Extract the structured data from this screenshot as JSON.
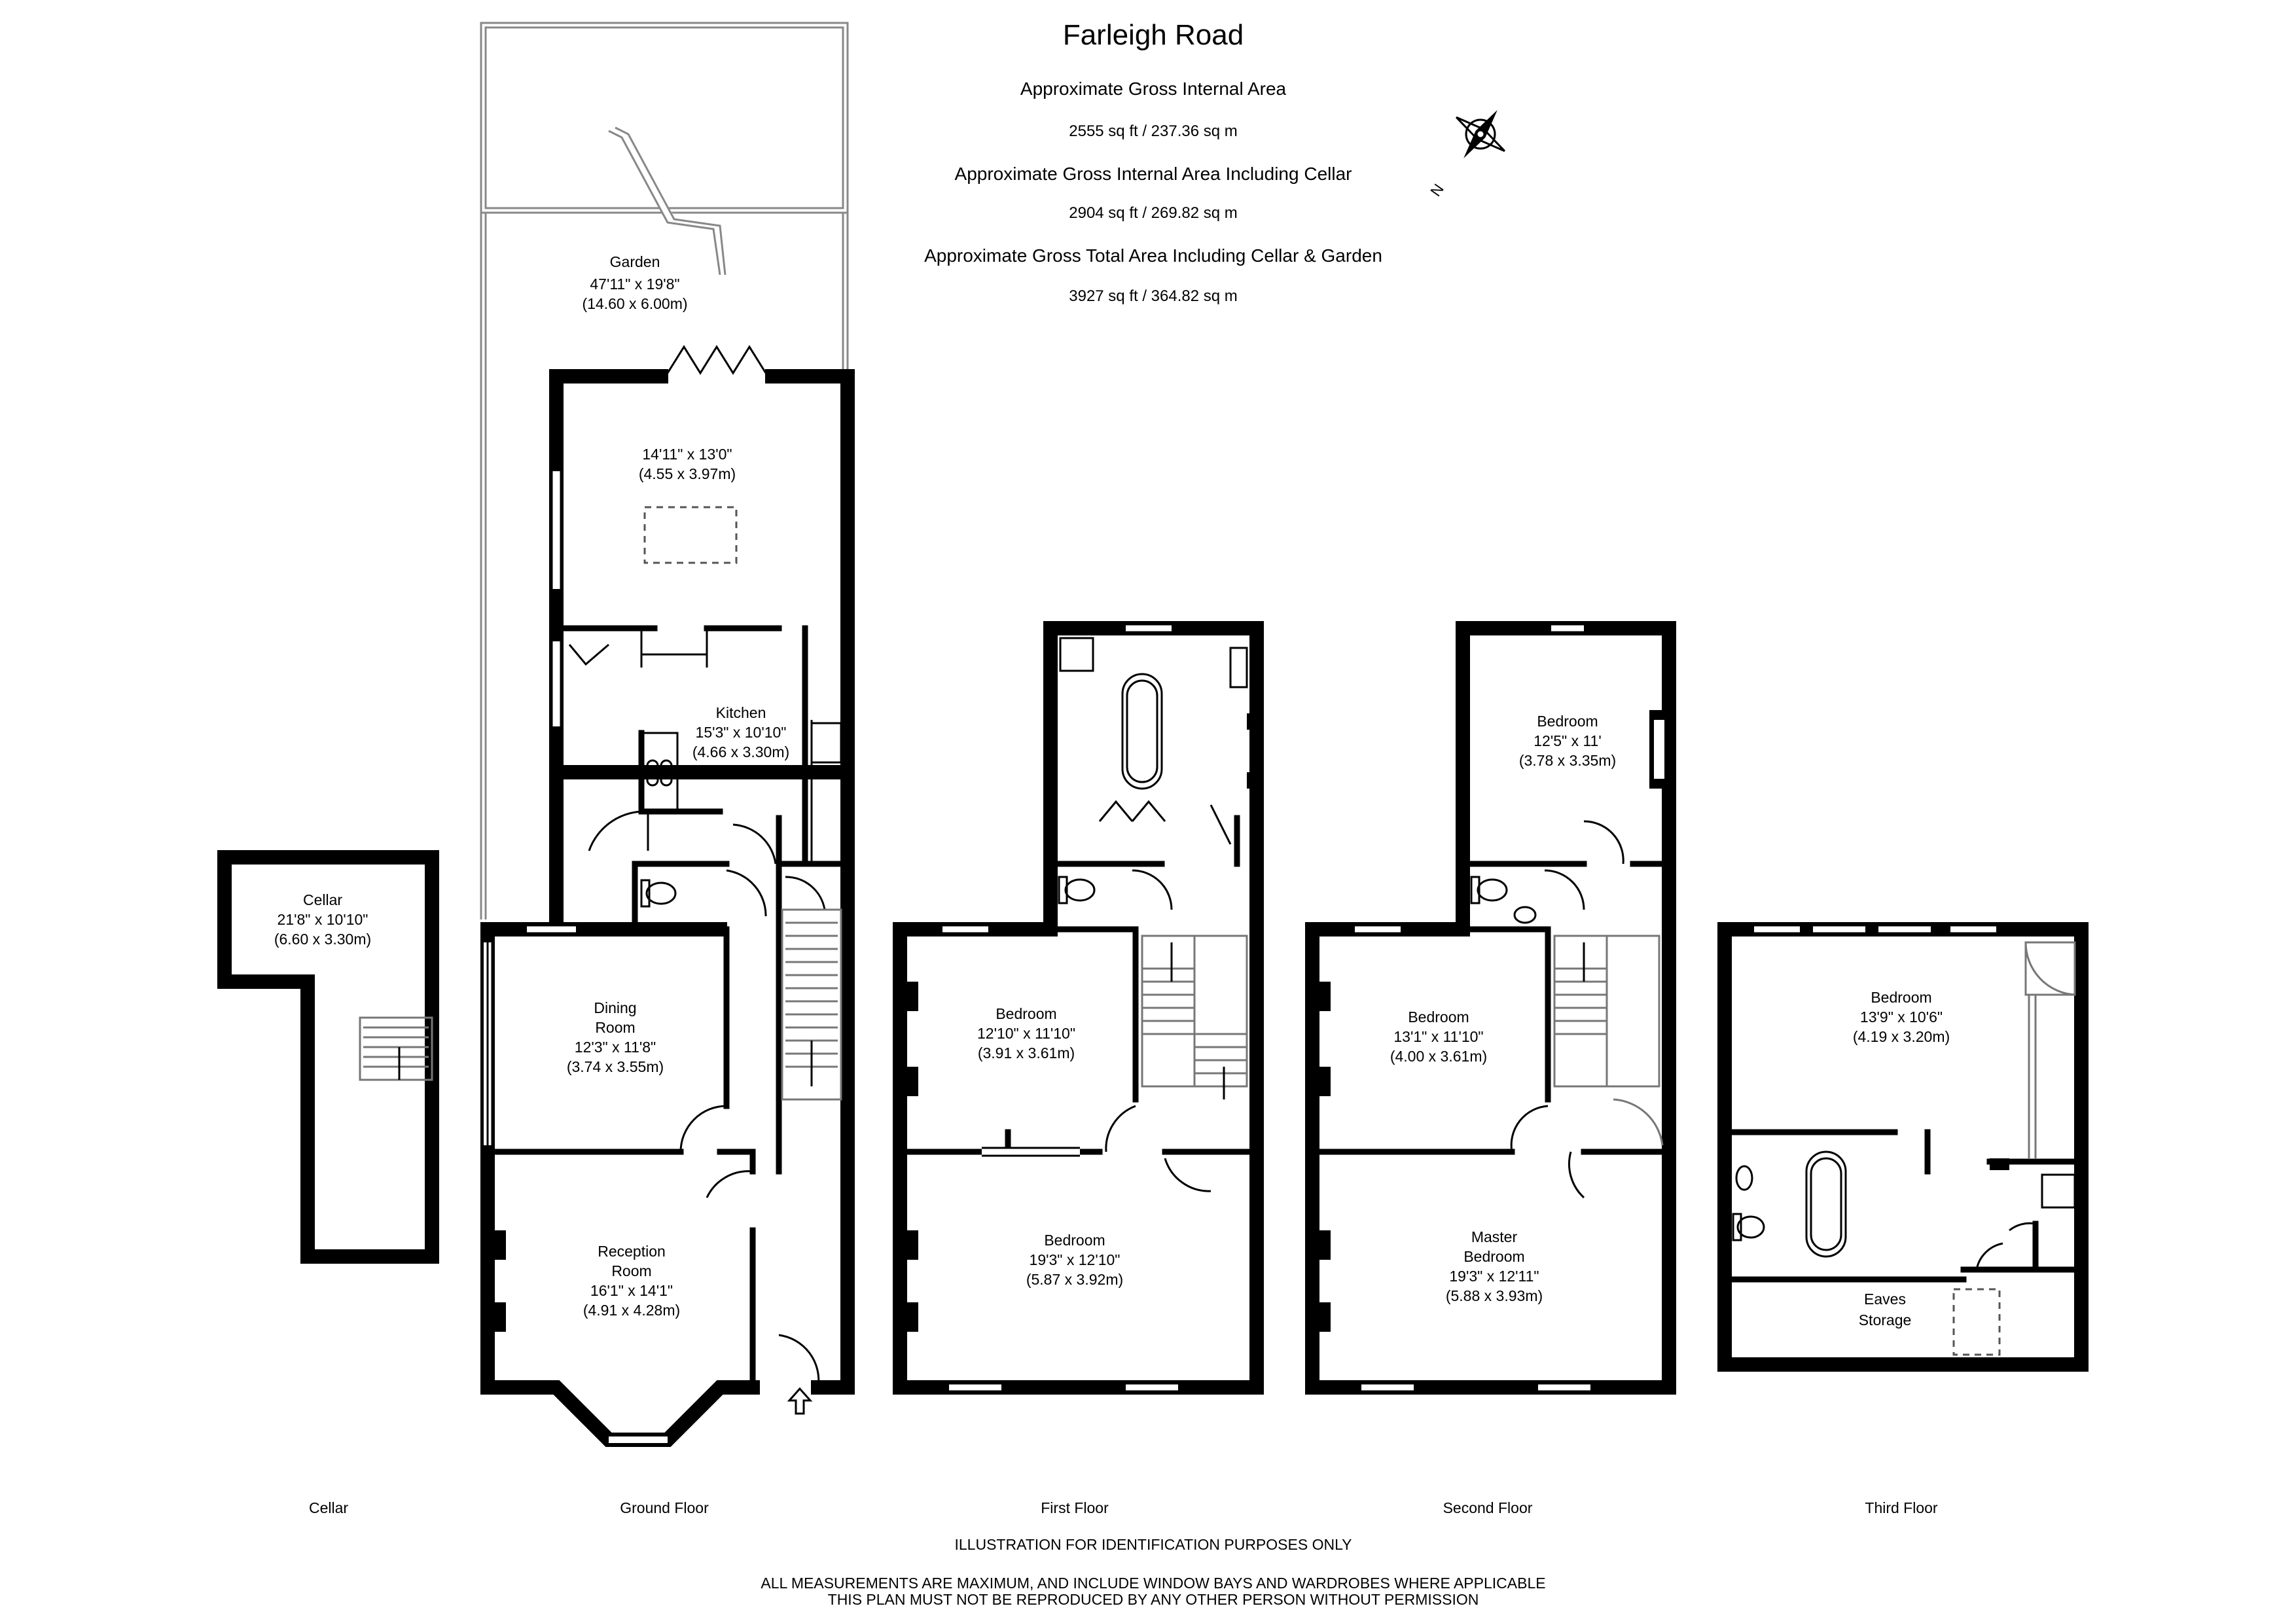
{
  "header": {
    "title": "Farleigh Road",
    "area1_label": "Approximate Gross Internal Area",
    "area1_value": "2555 sq ft  /  237.36 sq m",
    "area2_label": "Approximate Gross Internal Area Including Cellar",
    "area2_value": "2904 sq ft  /  269.82 sq m",
    "area3_label": "Approximate Gross Total Area Including Cellar & Garden",
    "area3_value": "3927 sq ft  /  364.82 sq m"
  },
  "compass": {
    "letter": "N"
  },
  "rooms": {
    "cellar": {
      "name": "Cellar",
      "dims": "21'8\" x 10'10\"",
      "metric": "(6.60 x 3.30m)"
    },
    "garden": {
      "name": "Garden",
      "dims": "47'11\" x 19'8\"",
      "metric": "(14.60 x 6.00m)"
    },
    "living": {
      "dims": "14'11\" x 13'0\"",
      "metric": "(4.55 x 3.97m)"
    },
    "kitchen": {
      "name": "Kitchen",
      "dims": "15'3\" x 10'10\"",
      "metric": "(4.66 x 3.30m)"
    },
    "dining": {
      "name1": "Dining",
      "name2": "Room",
      "dims": "12'3\" x 11'8\"",
      "metric": "(3.74 x 3.55m)"
    },
    "reception": {
      "name1": "Reception",
      "name2": "Room",
      "dims": "16'1\" x 14'1\"",
      "metric": "(4.91 x 4.28m)"
    },
    "f1_bedroom_back": {
      "name": "Bedroom",
      "dims": "12'10\" x 11'10\"",
      "metric": "(3.91 x 3.61m)"
    },
    "f1_bedroom_front": {
      "name": "Bedroom",
      "dims": "19'3\" x 12'10\"",
      "metric": "(5.87 x 3.92m)"
    },
    "f2_bedroom_top": {
      "name": "Bedroom",
      "dims": "12'5\" x 11'",
      "metric": "(3.78 x 3.35m)"
    },
    "f2_bedroom_back": {
      "name": "Bedroom",
      "dims": "13'1\" x 11'10\"",
      "metric": "(4.00 x 3.61m)"
    },
    "f2_master": {
      "name1": "Master",
      "name2": "Bedroom",
      "dims": "19'3\" x 12'11\"",
      "metric": "(5.88 x 3.93m)"
    },
    "f3_bedroom": {
      "name": "Bedroom",
      "dims": "13'9\" x 10'6\"",
      "metric": "(4.19 x 3.20m)"
    },
    "f3_eaves": {
      "name1": "Eaves",
      "name2": "Storage"
    }
  },
  "floors": {
    "cellar": "Cellar",
    "ground": "Ground Floor",
    "first": "First Floor",
    "second": "Second Floor",
    "third": "Third Floor"
  },
  "footer": {
    "line1": "ILLUSTRATION FOR IDENTIFICATION PURPOSES ONLY",
    "line2": "ALL MEASUREMENTS ARE MAXIMUM, AND INCLUDE WINDOW BAYS AND WARDROBES WHERE APPLICABLE",
    "line3": "THIS PLAN MUST NOT BE REPRODUCED BY ANY OTHER PERSON WITHOUT PERMISSION"
  }
}
